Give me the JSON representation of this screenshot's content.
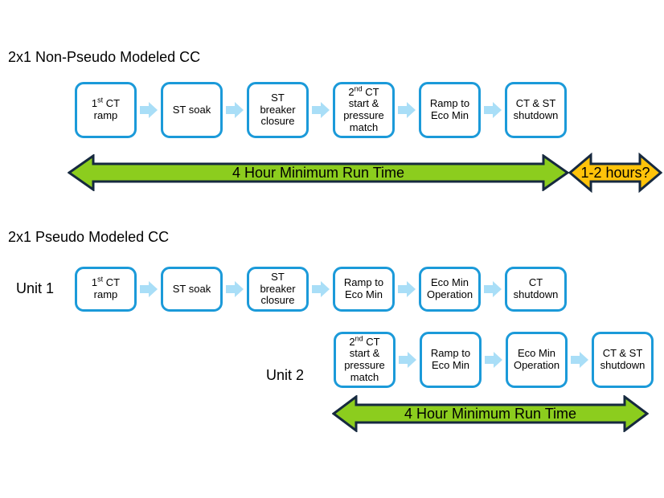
{
  "colors": {
    "background": "#ffffff",
    "box_border": "#1b9ad9",
    "flow_arrow_fill": "#a9def7",
    "green_fill": "#8ccd1e",
    "gold_fill": "#ffc30a",
    "arrow_outline": "#16293f"
  },
  "sections": [
    {
      "title": "2x1 Non-Pseudo Modeled CC"
    },
    {
      "title": "2x1 Pseudo Modeled CC"
    }
  ],
  "flows": {
    "non_pseudo": {
      "boxes": [
        "1^{st} CT\nramp",
        "ST soak",
        "ST\nbreaker\nclosure",
        "2^{nd} CT\nstart &\npressure\nmatch",
        "Ramp to\nEco Min",
        "CT & ST\nshutdown"
      ]
    },
    "pseudo_unit1": {
      "label": "Unit 1",
      "boxes": [
        "1^{st} CT\nramp",
        "ST soak",
        "ST\nbreaker\nclosure",
        "Ramp to\nEco Min",
        "Eco Min\nOperation",
        "CT\nshutdown"
      ]
    },
    "pseudo_unit2": {
      "label": "Unit 2",
      "boxes": [
        "2^{nd} CT\nstart &\npressure\nmatch",
        "Ramp to\nEco Min",
        "Eco Min\nOperation",
        "CT & ST\nshutdown"
      ]
    }
  },
  "timeline_arrows": {
    "non_pseudo_run_time": "4 Hour Minimum Run Time",
    "extra_hours": "1-2 hours?",
    "pseudo_run_time": "4 Hour Minimum Run Time"
  }
}
